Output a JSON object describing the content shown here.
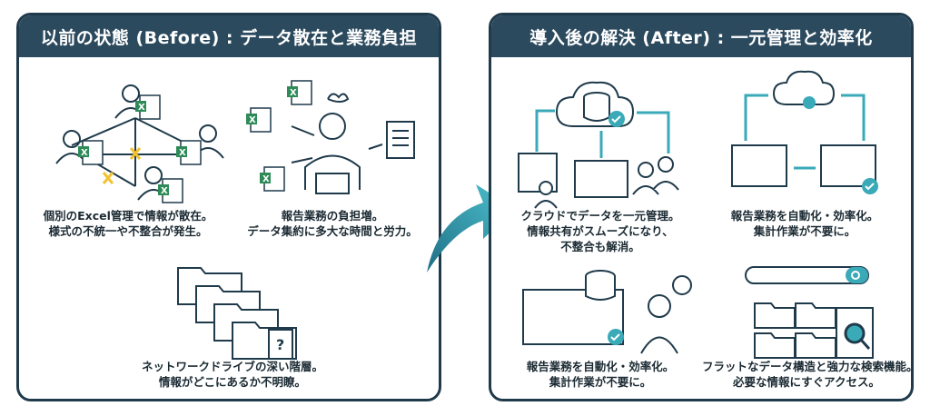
{
  "before": {
    "title": "以前の状態 (Before) : データ散在と業務負担",
    "items": [
      {
        "lines": [
          "個別のExcel管理で情報が散在。",
          "様式の不統一や不整合が発生。"
        ]
      },
      {
        "lines": [
          "報告業務の負担増。",
          "データ集約に多大な時間と労力。"
        ]
      },
      {
        "lines": [
          "ネットワークドライブの深い階層。",
          "情報がどこにあるか不明瞭。"
        ]
      }
    ]
  },
  "after": {
    "title": "導入後の解決 (After) : 一元管理と効率化",
    "items": [
      {
        "lines": [
          "クラウドでデータを一元管理。",
          "情報共有がスムーズになり、",
          "不整合も解消。"
        ]
      },
      {
        "lines": [
          "報告業務を自動化・効率化。",
          "集計作業が不要に。"
        ]
      },
      {
        "lines": [
          "報告業務を自動化・効率化。",
          "集計作業が不要に。"
        ]
      },
      {
        "lines": [
          "フラットなデータ構造と強力な検索機能。",
          "必要な情報にすぐアクセス。"
        ]
      }
    ]
  },
  "icons": {
    "excel_letter": "X",
    "question_mark": "?",
    "cross_mark": "✕"
  },
  "colors": {
    "header": "#2c4a5e",
    "border": "#1f3a4b",
    "teal": "#3aaab8",
    "excel": "#2e8b57",
    "cross": "#f2c230"
  }
}
